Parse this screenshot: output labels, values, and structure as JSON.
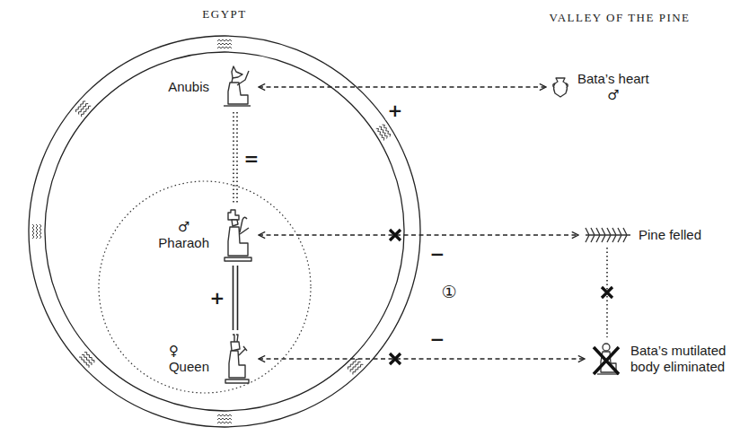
{
  "diagram": {
    "nodes": [
      {
        "text": [
          "EGYPT"
        ]
      },
      {
        "text": [
          "Anubis"
        ],
        "in": 0
      },
      {
        "text": [
          "♂",
          "Pharaoh"
        ],
        "in": 0
      },
      {
        "text": [
          "♀",
          "Queen"
        ],
        "in": 0
      },
      {
        "text": [
          "Bata’s heart",
          "♂"
        ]
      },
      {
        "text": [
          "Pine felled"
        ]
      },
      {
        "text": [
          "Bata’s mutilated body eliminated"
        ]
      }
    ],
    "edges": [
      {
        "from": 1,
        "to": 4,
        "arrow": "both",
        "label": "+"
      },
      {
        "from": 1,
        "to": 2,
        "arrow": "none",
        "label": "="
      },
      {
        "from": 2,
        "to": 3,
        "arrow": "none",
        "label": "+"
      },
      {
        "from": 2,
        "to": 5,
        "arrow": "both",
        "label": "−"
      },
      {
        "from": 5,
        "to": 6,
        "arrow": "none"
      },
      {
        "from": 3,
        "to": 6,
        "arrow": "both",
        "label": "−"
      }
    ],
    "labels": [
      "VALLEY OF THE PINE",
      "①"
    ]
  }
}
